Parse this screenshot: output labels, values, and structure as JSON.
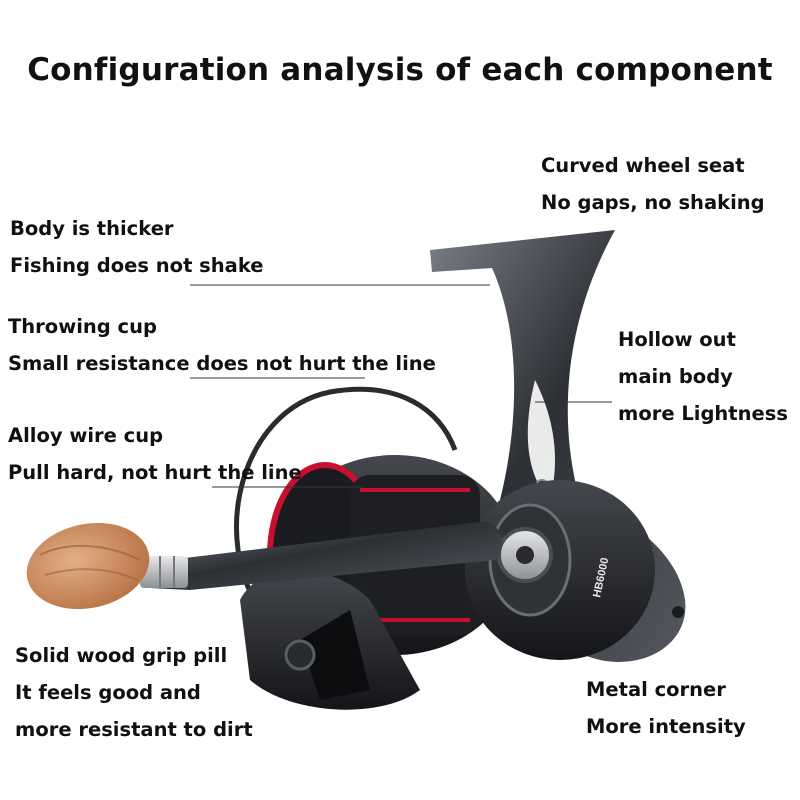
{
  "title": "Configuration analysis of each component",
  "callouts": {
    "wheel_seat": {
      "line1": "Curved wheel seat",
      "line2": "No gaps, no shaking"
    },
    "body": {
      "line1": "Body is thicker",
      "line2": "Fishing does not shake"
    },
    "throwing_cup": {
      "line1": "Throwing cup",
      "line2": "Small resistance does not hurt the line"
    },
    "hollow": {
      "line1": "Hollow out",
      "line2": "main body",
      "line3": "more Lightness"
    },
    "wire_cup": {
      "line1": "Alloy wire cup",
      "line2": "Pull hard, not hurt the line"
    },
    "wood_grip": {
      "line1": "Solid wood grip pill",
      "line2": "It feels good and",
      "line3": "more resistant to dirt"
    },
    "metal_corner": {
      "line1": "Metal corner",
      "line2": "More intensity"
    }
  },
  "product": {
    "model_label": "HB6000"
  },
  "colors": {
    "accent": "#c8102e",
    "body": "#3a3d42",
    "wood": "#c8865a"
  }
}
